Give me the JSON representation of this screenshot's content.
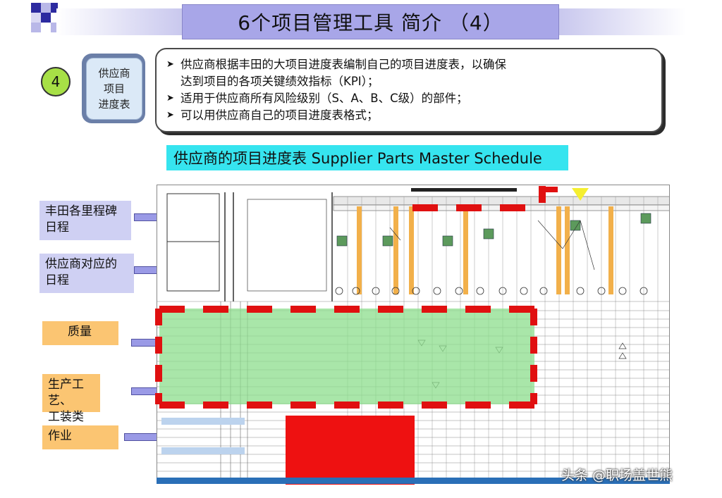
{
  "title": "6个项目管理工具 简介 （4）",
  "step_number": "4",
  "tool_card": {
    "line1": "供应商",
    "line2": "项目",
    "line3": "进度表"
  },
  "description": {
    "bullets": [
      {
        "line1": "供应商根据丰田的大项目进度表编制自己的项目进度表，以确保",
        "line2": "达到项目的各项关键绩效指标（KPI）；"
      },
      {
        "line1": "适用于供应商所有风险级别（S、A、B、C级）的部件；",
        "line2": ""
      },
      {
        "line1": "可以用供应商自己的项目进度表格式；",
        "line2": ""
      }
    ]
  },
  "schedule_heading": "供应商的项目进度表 Supplier Parts Master Schedule",
  "side_labels": {
    "toyota_milestones": {
      "line1": "丰田各里程碑",
      "line2": "日程"
    },
    "supplier_schedule": {
      "line1": "供应商对应的",
      "line2": "日程"
    },
    "quality": "质量",
    "process": {
      "line1": "生产工艺、",
      "line2": "工装类"
    },
    "operation": "作业"
  },
  "watermark": "头条 @职场盖世熊",
  "colors": {
    "title_bg": "#a8a6e8",
    "heading_bg": "#36e4ef",
    "circle": "#a7e046",
    "label_blue": "#cfd0f3",
    "label_orange": "#fbc572",
    "highlight_green": "#8cde8c",
    "dash_red": "#e01010"
  }
}
